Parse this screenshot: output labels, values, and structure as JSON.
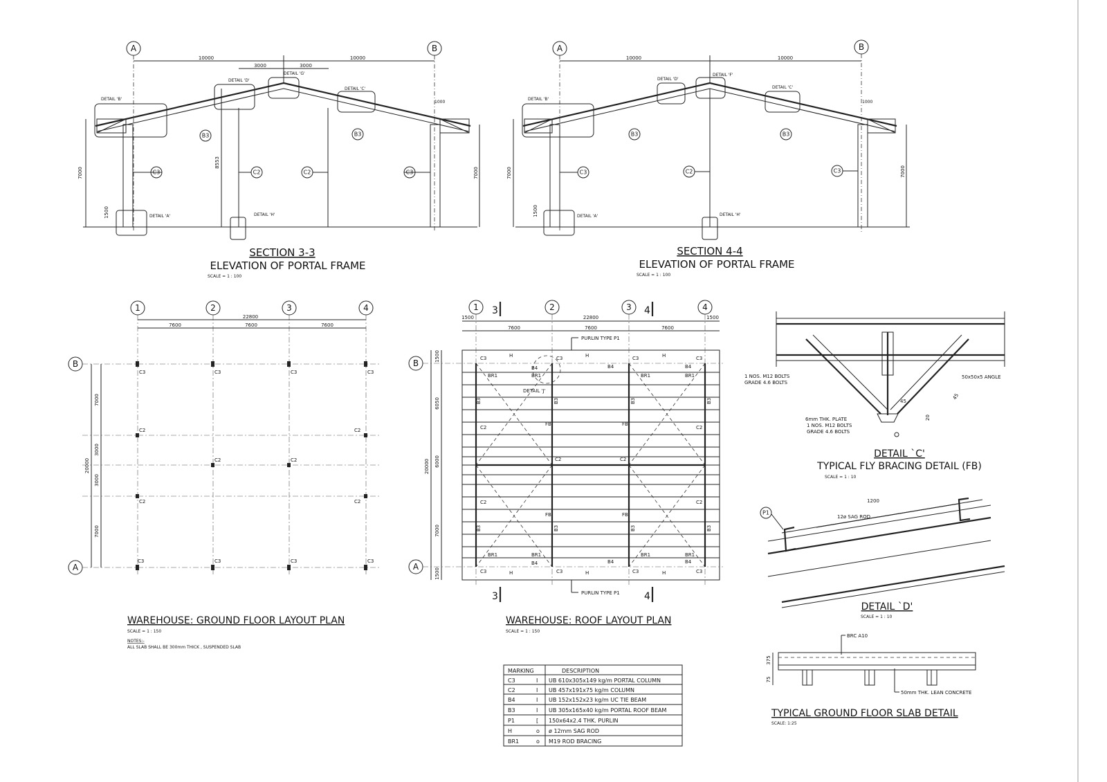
{
  "section33": {
    "title": "SECTION 3-3",
    "subtitle": "ELEVATION OF PORTAL FRAME",
    "scale": "SCALE = 1 : 100",
    "grid_a": "A",
    "grid_b": "B",
    "dim_10000_left": "10000",
    "dim_3000_left": "3000",
    "dim_3000_right": "3000",
    "dim_10000_right": "10000",
    "dim_1000": "1000",
    "dim_7000_left": "7000",
    "dim_7000_right": "7000",
    "dim_8553": "8553",
    "dim_1500": "1500",
    "detail_a": "DETAIL 'A'",
    "detail_b": "DETAIL 'B'",
    "detail_c": "DETAIL 'C'",
    "detail_d": "DETAIL 'D'",
    "detail_g": "DETAIL 'G'",
    "detail_h": "DETAIL 'H'",
    "c3_left": "C3",
    "c2_left": "C2",
    "c2_right": "C2",
    "c3_right": "C3",
    "b3_left": "B3",
    "b3_right": "B3"
  },
  "section44": {
    "title": "SECTION 4-4",
    "subtitle": "ELEVATION OF PORTAL FRAME",
    "scale": "SCALE = 1 : 100",
    "grid_a": "A",
    "grid_b": "B",
    "dim_10000_left": "10000",
    "dim_10000_right": "10000",
    "dim_1000": "1000",
    "dim_7000_left": "7000",
    "dim_7000_right": "7000",
    "dim_1500": "1500",
    "detail_a": "DETAIL 'A'",
    "detail_b": "DETAIL 'B'",
    "detail_c": "DETAIL 'C'",
    "detail_d": "DETAIL 'D'",
    "detail_f": "DETAIL 'F'",
    "detail_h": "DETAIL 'H'",
    "c3_left": "C3",
    "c2_mid": "C2",
    "c3_right": "C3",
    "b3_left": "B3",
    "b3_right": "B3"
  },
  "ground_plan": {
    "title": "WAREHOUSE: GROUND FLOOR LAYOUT PLAN",
    "scale": "SCALE = 1 : 150",
    "notes_label": "NOTES:-",
    "note": "ALL SLAB SHALL BE 300mm THICK , SUSPENDED SLAB",
    "grid_cols": [
      "1",
      "2",
      "3",
      "4"
    ],
    "grid_a": "A",
    "grid_b": "B",
    "dim_total": "22800",
    "bays": [
      "7600",
      "7600",
      "7600"
    ],
    "dim_20000": "20000",
    "dims_vertical": [
      "7000",
      "3000",
      "3000",
      "7000"
    ],
    "top_marks": [
      "C3",
      "C3",
      "C3",
      "C3"
    ],
    "bottom_marks": [
      "C3",
      "C3",
      "C3",
      "C3"
    ],
    "c2_marks": [
      "C2",
      "C2",
      "C2",
      "C2",
      "C2",
      "C2"
    ]
  },
  "roof_plan": {
    "title": "WAREHOUSE: ROOF LAYOUT PLAN",
    "scale": "SCALE = 1 : 150",
    "grid_cols": [
      "1",
      "2",
      "3",
      "4"
    ],
    "grid_a": "A",
    "grid_b": "B",
    "section_3": "3",
    "section_4": "4",
    "dim_total": "22800",
    "bays": [
      "7600",
      "7600",
      "7600"
    ],
    "overhang_left": "1500",
    "overhang_right": "1500",
    "dims_vertical": [
      "1500",
      "6050",
      "20000",
      "6000",
      "7000",
      "1500"
    ],
    "purlin_top": "PURLIN TYPE P1",
    "purlin_bottom": "PURLIN TYPE P1",
    "detail_j": "DETAIL 'J'",
    "c3": "C3",
    "c2": "C2",
    "b3": "B3",
    "b4": "B4",
    "br1": "BR1",
    "fb": "FB",
    "h": "H"
  },
  "detail_c": {
    "title": "DETAIL `C'",
    "subtitle": "TYPICAL FLY BRACING DETAIL (FB)",
    "scale": "SCALE = 1 : 10",
    "bolts1": "1 NOS. M12 BOLTS",
    "bolts1b": "GRADE 4.6 BOLTS",
    "angle": "50x50x5 ANGLE",
    "plate": "6mm THK. PLATE",
    "bolts2": "1 NOS. M12 BOLTS",
    "bolts2b": "GRADE 4.6 BOLTS",
    "dim_20": "20",
    "deg45a": "45",
    "deg45b": "45"
  },
  "detail_d": {
    "title": "DETAIL `D'",
    "scale": "SCALE = 1 : 10",
    "dim_1200": "1200",
    "sag_rod": "12ø SAG ROD",
    "p1": "P1"
  },
  "slab_detail": {
    "title": "TYPICAL GROUND FLOOR SLAB DETAIL",
    "scale": "SCALE: 1:25",
    "brc": "BRC A10",
    "lean": "50mm THK. LEAN CONCRETE",
    "dim_375": "375",
    "dim_75": "75"
  },
  "schedule": {
    "headers": [
      "MARKING",
      "DESCRIPTION"
    ],
    "rows": [
      {
        "mark": "C3",
        "sym": "I",
        "desc": "UB 610x305x149 kg/m PORTAL COLUMN"
      },
      {
        "mark": "C2",
        "sym": "I",
        "desc": "UB 457x191x75 kg/m COLUMN"
      },
      {
        "mark": "B4",
        "sym": "I",
        "desc": "UB 152x152x23 kg/m UC TIE BEAM"
      },
      {
        "mark": "B3",
        "sym": "I",
        "desc": "UB 305x165x40 kg/m PORTAL ROOF BEAM"
      },
      {
        "mark": "P1",
        "sym": "[",
        "desc": "150x64x2.4 THK. PURLIN"
      },
      {
        "mark": "H",
        "sym": "o",
        "desc": "ø 12mm SAG ROD"
      },
      {
        "mark": "BR1",
        "sym": "o",
        "desc": "M19 ROD BRACING"
      }
    ]
  }
}
